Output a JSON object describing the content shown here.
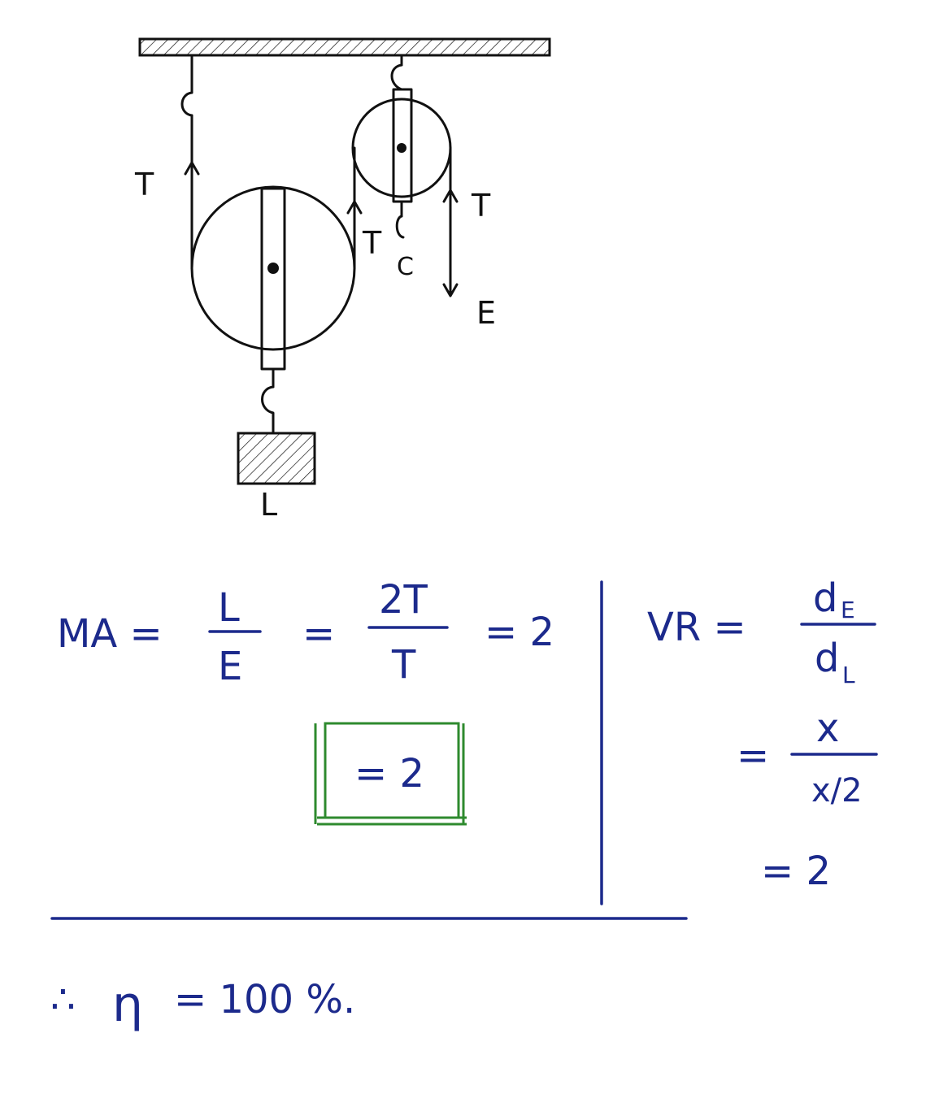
{
  "diagram": {
    "labels": {
      "tension_left": "T",
      "tension_mid": "T",
      "tension_right": "T",
      "hook_label": "C",
      "effort": "E",
      "load": "L"
    }
  },
  "ma": {
    "lhs": "MA =",
    "frac1_num": "L",
    "frac1_den": "E",
    "eq1": "=",
    "frac2_num": "2T",
    "frac2_den": "T",
    "result": "= 2",
    "boxed": "= 2"
  },
  "vr": {
    "lhs": "VR =",
    "frac1_num": "d",
    "frac1_num_sub": "E",
    "frac1_den": "d",
    "frac1_den_sub": "L",
    "eq2": "=",
    "frac2_num": "x",
    "frac2_den": "x/2",
    "result": "= 2"
  },
  "conclusion": {
    "therefore": "∴",
    "eta": "η",
    "statement": "= 100 %."
  },
  "colors": {
    "ink": "#111111",
    "math": "#1c2a8c",
    "box": "#2e8a2e"
  }
}
